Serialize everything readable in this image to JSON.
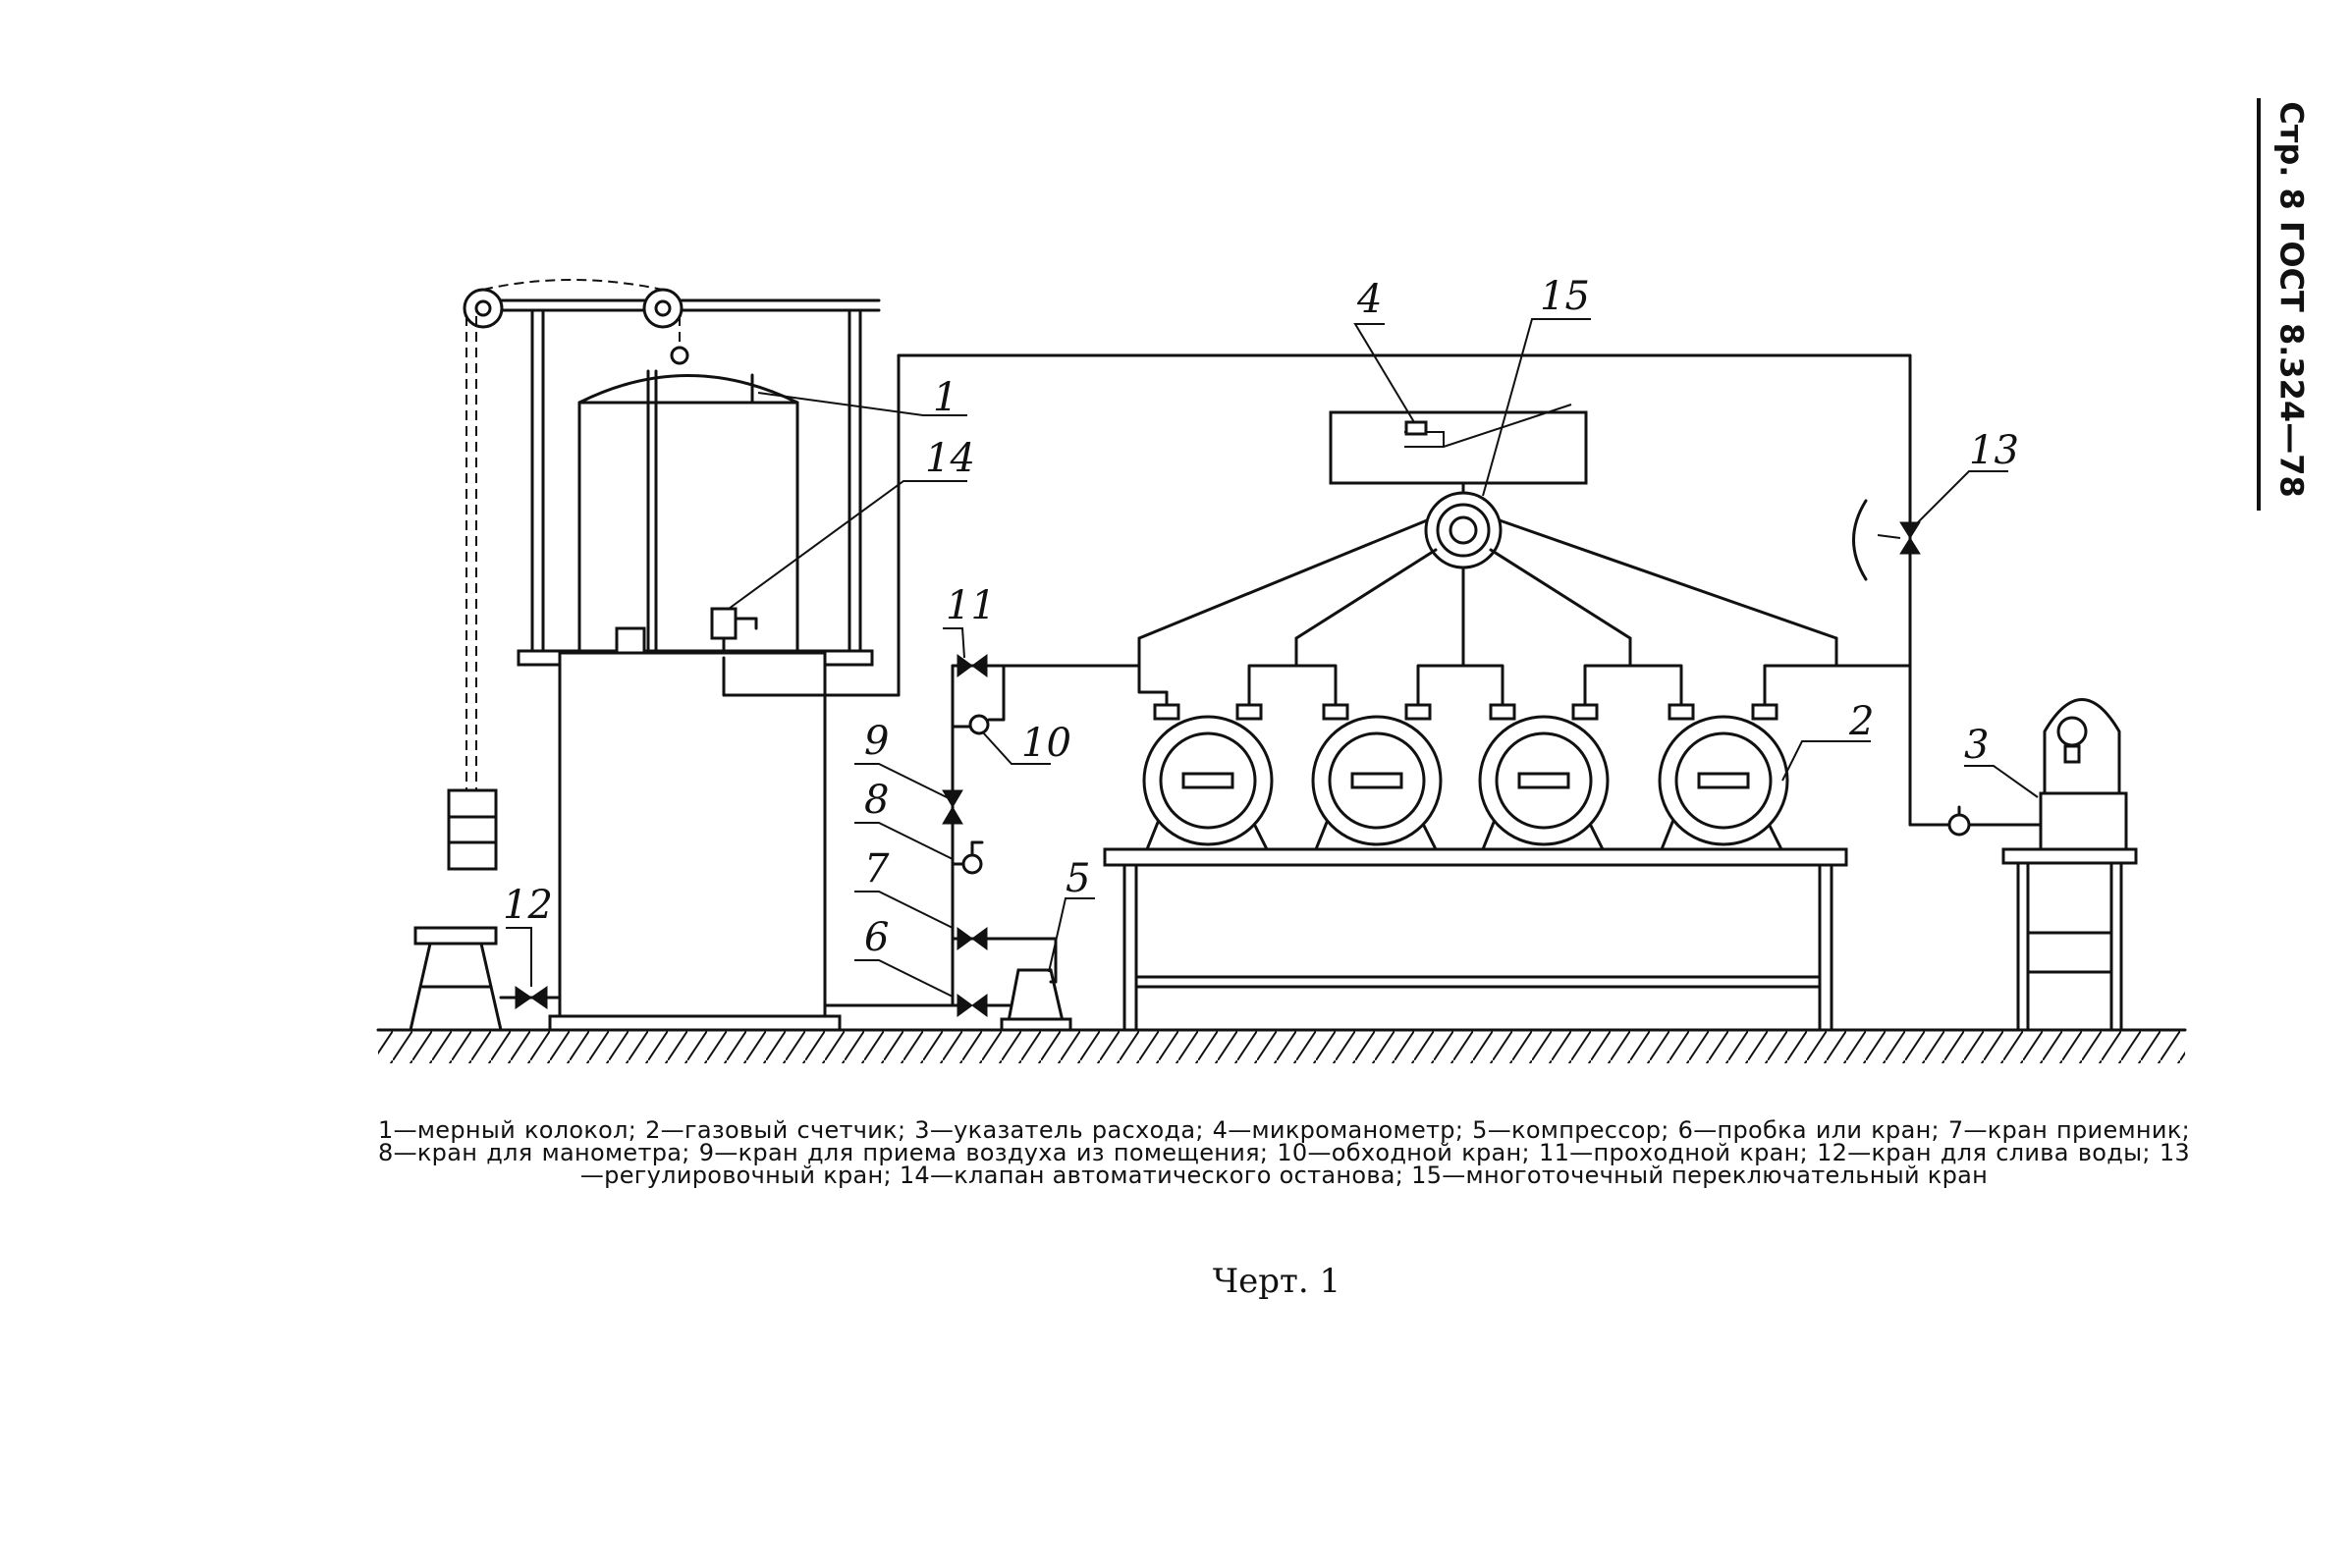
{
  "header": {
    "page_ref": "Стр. 8 ГОСТ 8.324—78"
  },
  "diagram": {
    "callouts": [
      "1",
      "2",
      "3",
      "4",
      "5",
      "6",
      "7",
      "8",
      "9",
      "10",
      "11",
      "12",
      "13",
      "14",
      "15"
    ],
    "parts": [
      {
        "num": "1",
        "name": "мерный колокол"
      },
      {
        "num": "2",
        "name": "газовый счетчик"
      },
      {
        "num": "3",
        "name": "указатель расхода"
      },
      {
        "num": "4",
        "name": "микроманометр"
      },
      {
        "num": "5",
        "name": "компрессор"
      },
      {
        "num": "6",
        "name": "пробка или кран"
      },
      {
        "num": "7",
        "name": "кран приемник"
      },
      {
        "num": "8",
        "name": "кран для манометра"
      },
      {
        "num": "9",
        "name": "кран для приема воздуха из помещения"
      },
      {
        "num": "10",
        "name": "обходной кран"
      },
      {
        "num": "11",
        "name": "проходной кран"
      },
      {
        "num": "12",
        "name": "кран для слива воды"
      },
      {
        "num": "13",
        "name": "регулировочный кран"
      },
      {
        "num": "14",
        "name": "клапан автоматического останова"
      },
      {
        "num": "15",
        "name": "многоточечный переключательный кран"
      }
    ]
  },
  "caption": "1—мерный колокол; 2—газовый счетчик; 3—указатель расхода; 4—микроманометр; 5—компрессор; 6—пробка или кран; 7—кран приемник; 8—кран для манометра; 9—кран для приема воздуха из помещения; 10—обходной кран; 11—проходной кран; 12—кран для слива воды; 13—регулировочный кран; 14—клапан автоматического останова; 15—многоточечный переключательный кран",
  "figure_label": "Черт. 1"
}
